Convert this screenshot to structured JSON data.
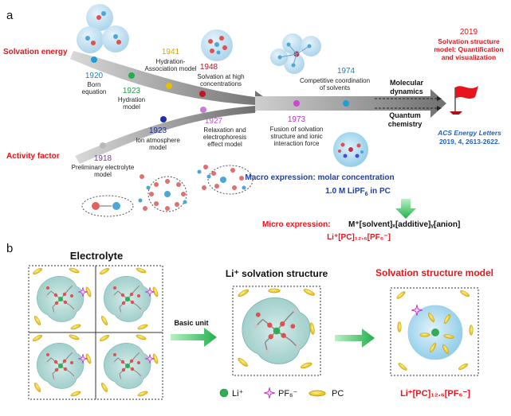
{
  "panel_a": {
    "label": "a",
    "solvation_energy": "Solvation energy",
    "activity_factor": "Activity factor",
    "m1920": {
      "year": "1920",
      "l1": "Born",
      "l2": "equation"
    },
    "m1923h": {
      "year": "1923",
      "l1": "Hydration",
      "l2": "model"
    },
    "m1941": {
      "year": "1941",
      "l1": "Hydration-",
      "l2": "Association model"
    },
    "m1948": {
      "year": "1948",
      "l1": "Solvation at high",
      "l2": "concentrations"
    },
    "m1918": {
      "year": "1918",
      "l1": "Preliminary electrolyte",
      "l2": "model"
    },
    "m1923i": {
      "year": "1923",
      "l1": "Ion atmosphere",
      "l2": "model"
    },
    "m1927": {
      "year": "1927",
      "l1": "Relaxation and",
      "l2": "electrophoresis",
      "l3": "effect model"
    },
    "m1973": {
      "year": "1973",
      "l1": "Fusion of solvation",
      "l2": "structure and ionic",
      "l3": "interaction force"
    },
    "m1974": {
      "year": "1974",
      "l1": "Competitive coordination",
      "l2": "of solvents"
    },
    "molecular_dynamics": {
      "l1": "Molecular",
      "l2": "dynamics"
    },
    "quantum_chemistry": {
      "l1": "Quantum",
      "l2": "chemistry"
    },
    "m2019": {
      "year": "2019",
      "l1": "Solvation structure",
      "l2": "model: Quantification",
      "l3": "and visualization"
    },
    "reference": {
      "l1": "ACS Energy Letters",
      "l2": "2019, 4, 2613-2622."
    },
    "macro": {
      "title": "Macro expression: molar concentration",
      "value": "1.0 M LiPF",
      "sub": "6",
      "tail": " in PC"
    },
    "micro": {
      "prefix": "Micro expression: ",
      "formula": "M⁺[solvent]ₓ[additive]ᵧ[anion]",
      "specific": "Li⁺[PC]₁₂.₆[PF₆⁻]"
    }
  },
  "panel_b": {
    "label": "b",
    "electrolyte": "Electrolyte",
    "basic_unit": "Basic unit",
    "li_structure": "Li⁺ solvation structure",
    "model_title": "Solvation structure model",
    "model_formula": "Li⁺[PC]₁₂.₆[PF₆⁻]",
    "legend": {
      "li": "Li⁺",
      "pf6": "PF₆⁻",
      "pc": "PC"
    }
  },
  "colors": {
    "red": "#e8141b",
    "blue": "#1f3fa5",
    "green": "#22b04a",
    "yellow": "#e5c000",
    "orange": "#f0a11c",
    "purple": "#c030c8",
    "gray_arrow": "#8a8a8a"
  }
}
